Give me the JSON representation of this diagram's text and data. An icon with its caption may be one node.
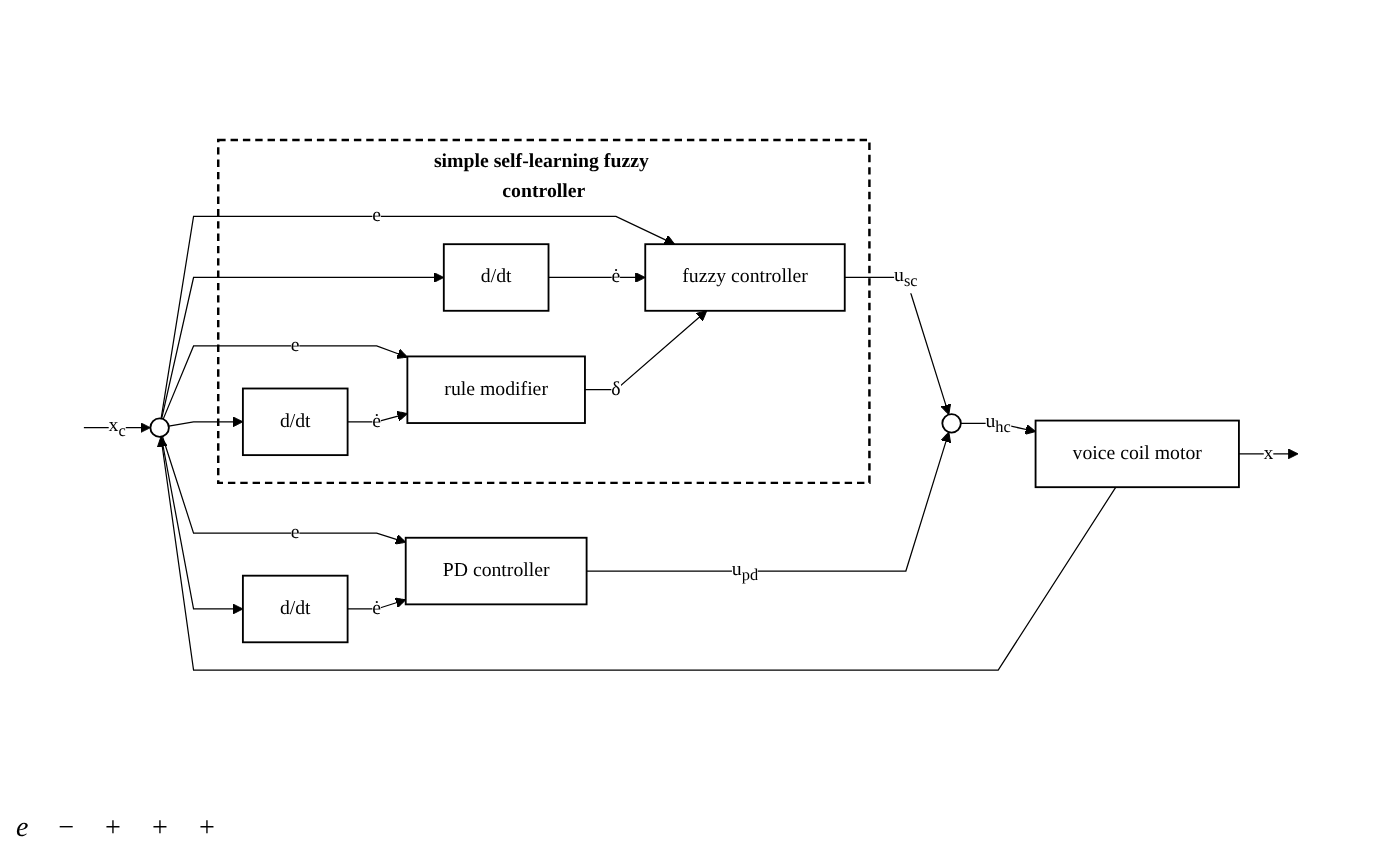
{
  "diagram": {
    "nodes": [
      {
        "text": [
          "simple self-learning fuzzy controller"
        ]
      },
      {
        "text": [
          "rule modifier"
        ],
        "in": 0
      },
      {
        "text": [
          "d/dt"
        ],
        "in": 0
      },
      {
        "text": [
          "fuzzy controller"
        ],
        "in": 0
      },
      {
        "text": [
          "d/dt"
        ],
        "in": 0
      },
      {
        "text": [
          "PD controller"
        ]
      },
      {
        "text": [
          "d/dt"
        ]
      },
      {
        "text": [],
        "shape": "circle"
      },
      {
        "text": [
          "voice coil motor"
        ]
      },
      {
        "text": [],
        "shape": "circle"
      }
    ],
    "edges": [
      {
        "from": null,
        "to": 7,
        "arrow": "to",
        "label": "x$_{c}$"
      },
      {
        "from": 8,
        "to": 7,
        "arrow": "to"
      },
      {
        "from": 7,
        "to": 1,
        "arrow": "to",
        "label": "e"
      },
      {
        "from": 7,
        "to": 2,
        "arrow": "to"
      },
      {
        "from": 2,
        "to": 1,
        "arrow": "to",
        "label": "ė"
      },
      {
        "from": 7,
        "to": 3,
        "arrow": "to",
        "label": "e"
      },
      {
        "from": 7,
        "to": 4,
        "arrow": "to"
      },
      {
        "from": 4,
        "to": 3,
        "arrow": "to",
        "label": "ė"
      },
      {
        "from": 1,
        "to": 3,
        "arrow": "to",
        "label": "δ"
      },
      {
        "from": 3,
        "to": 9,
        "arrow": "to",
        "label": "u$_{sc}$"
      },
      {
        "from": 7,
        "to": 5,
        "arrow": "to",
        "label": "e"
      },
      {
        "from": 7,
        "to": 6,
        "arrow": "to"
      },
      {
        "from": 6,
        "to": 5,
        "arrow": "to",
        "label": "ė"
      },
      {
        "from": 5,
        "to": 9,
        "arrow": "to",
        "label": "u$_{pd}$"
      },
      {
        "from": 9,
        "to": 8,
        "arrow": "to",
        "label": "u$_{hc}$"
      },
      {
        "from": 8,
        "to": null,
        "arrow": "to",
        "label": "x"
      }
    ],
    "labels": [
      "e",
      "−",
      "+",
      "+",
      "+"
    ]
  }
}
